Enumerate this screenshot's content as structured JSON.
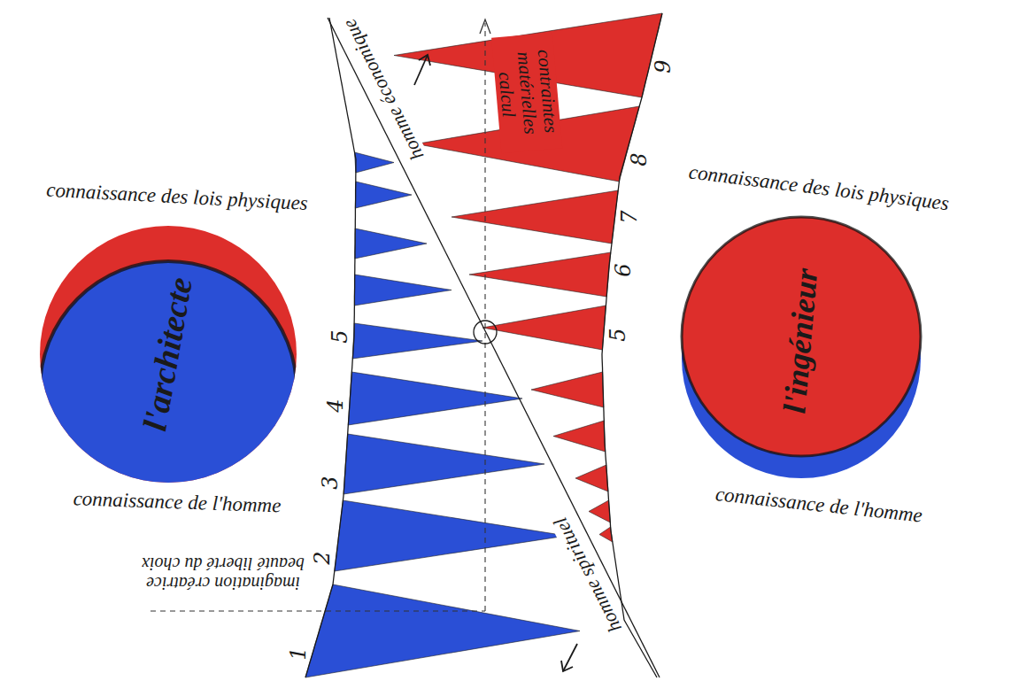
{
  "diagram": {
    "nodes": [
      {
        "text": [
          "connaissance des lois physiques",
          "l'architecte",
          "connaissance de l'homme"
        ]
      },
      {
        "text": [
          "connaissance des lois physiques",
          "l'ingénieur",
          "connaissance de l'homme"
        ]
      }
    ],
    "labels": [
      "homme économique",
      "contraintes matérielles calcul",
      "9",
      "8",
      "7",
      "6",
      "5",
      "5",
      "4",
      "3",
      "2",
      "imagination créatrice beauté liberté du choix",
      "1",
      "homme spirituel"
    ]
  }
}
